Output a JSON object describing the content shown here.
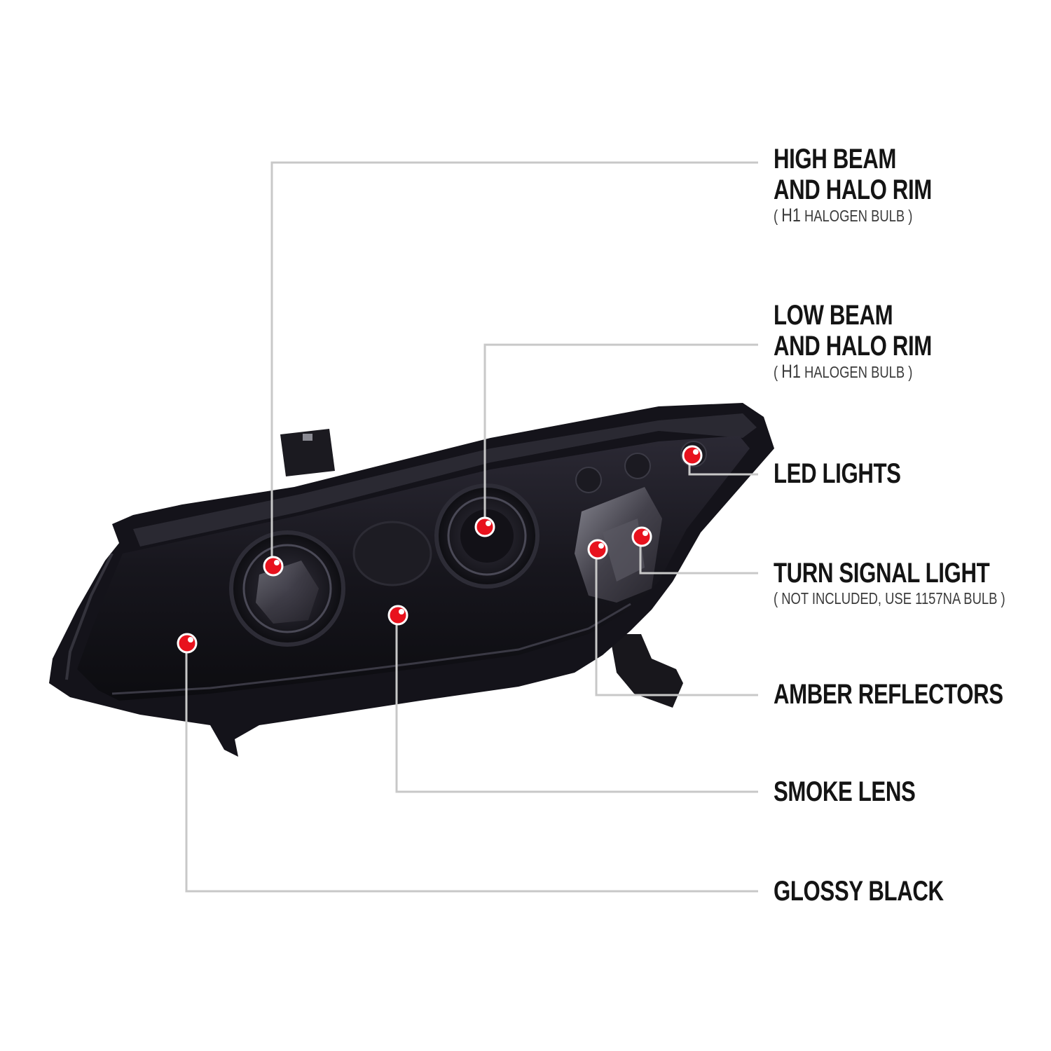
{
  "callouts": {
    "high_beam": {
      "line1": "HIGH BEAM",
      "line2": "AND HALO RIM",
      "sub_open": "( ",
      "sub_bulb": "H1",
      "sub_rest": " HALOGEN BULB )"
    },
    "low_beam": {
      "line1": "LOW BEAM",
      "line2": "AND HALO RIM",
      "sub_open": "( ",
      "sub_bulb": "H1",
      "sub_rest": " HALOGEN BULB )"
    },
    "led_lights": {
      "line1": "LED LIGHTS"
    },
    "turn_signal": {
      "line1": "TURN SIGNAL LIGHT",
      "sub": "( NOT INCLUDED, USE  1157NA  BULB )"
    },
    "amber_reflectors": {
      "line1": "AMBER REFLECTORS"
    },
    "smoke_lens": {
      "line1": "SMOKE LENS"
    },
    "glossy_black": {
      "line1": "GLOSSY BLACK"
    }
  },
  "colors": {
    "marker": "#e8121d",
    "leader_line": "#c8c8c8",
    "housing": "#15141a",
    "text": "#141414"
  }
}
